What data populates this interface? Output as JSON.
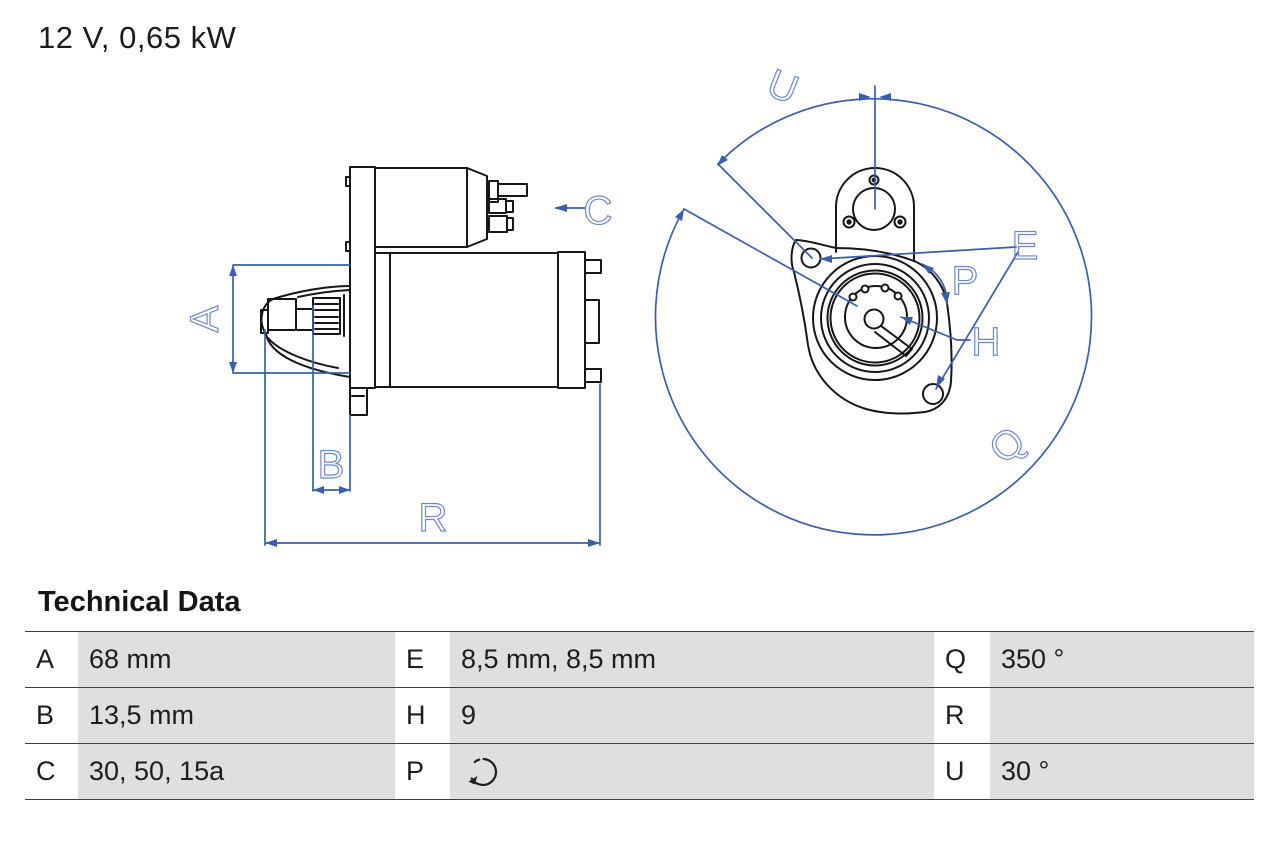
{
  "header": {
    "title": "12 V, 0,65 kW"
  },
  "drawing": {
    "description": "starter-motor technical drawing, side view and front view",
    "side_view": {
      "dim_labels": {
        "a": "A",
        "b": "B",
        "c": "C",
        "r": "R"
      }
    },
    "front_view": {
      "dim_labels": {
        "u": "U",
        "e": "E",
        "p": "P",
        "h": "H",
        "q": "Q"
      }
    }
  },
  "colors": {
    "annotation_line": "#3a5eac",
    "annotation_label": "#6d8ac8",
    "drawing_line": "#14161a",
    "table_cell_bg": "#dfdfe0",
    "table_rule": "#3f3f3f",
    "text": "#1d1d1b"
  },
  "technical_data": {
    "heading": "Technical Data",
    "rows": [
      {
        "col1_key": "A",
        "col1_value": "68 mm",
        "col2_key": "E",
        "col2_value": "8,5 mm, 8,5 mm",
        "col3_key": "Q",
        "col3_value": "350 °"
      },
      {
        "col1_key": "B",
        "col1_value": "13,5 mm",
        "col2_key": "H",
        "col2_value": "9",
        "col3_key": "R",
        "col3_value": ""
      },
      {
        "col1_key": "C",
        "col1_value": "30, 50, 15a",
        "col2_key": "P",
        "col2_value": "",
        "col2_icon": "counterclockwise-rotation",
        "col3_key": "U",
        "col3_value": "30 °"
      }
    ]
  }
}
